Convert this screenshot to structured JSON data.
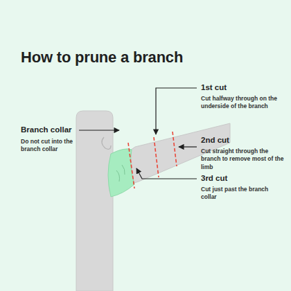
{
  "diagram": {
    "title": "How to prune a branch",
    "labels": [
      "1st cut",
      "Cut halfway through on the underside of the branch",
      "Branch collar",
      "Do not cut into the branch collar",
      "2nd cut",
      "Cut straight through the branch to remove most of the limb",
      "3rd cut",
      "Cut just past the branch collar"
    ]
  }
}
